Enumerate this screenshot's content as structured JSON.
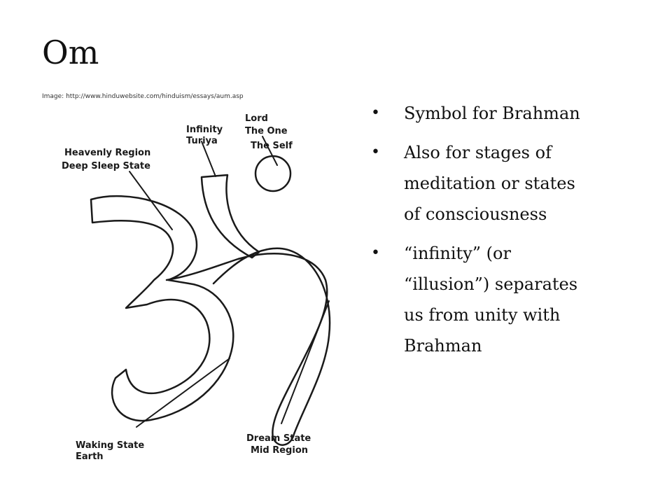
{
  "slide": {
    "title": "Om",
    "image_caption": "Image: http://www.hinduwebsite.com/hinduism/essays/aum.asp"
  },
  "diagram": {
    "labels": {
      "heavenly_1": "Heavenly Region",
      "heavenly_2": "Deep Sleep State",
      "infinity_1": "Infinity",
      "infinity_2": "Turiya",
      "lord_1": "Lord",
      "lord_2": "The One",
      "lord_3": "The Self",
      "waking_1": "Waking State",
      "waking_2": "Earth",
      "dream_1": "Dream State",
      "dream_2": "Mid Region"
    }
  },
  "bullets": [
    {
      "marker": "•",
      "text": "Symbol for Brahman"
    },
    {
      "marker": "•",
      "text": "Also for stages of meditation or states of consciousness"
    },
    {
      "marker": "•",
      "text": "“infinity” (or “illusion”) separates us from unity with Brahman"
    }
  ]
}
